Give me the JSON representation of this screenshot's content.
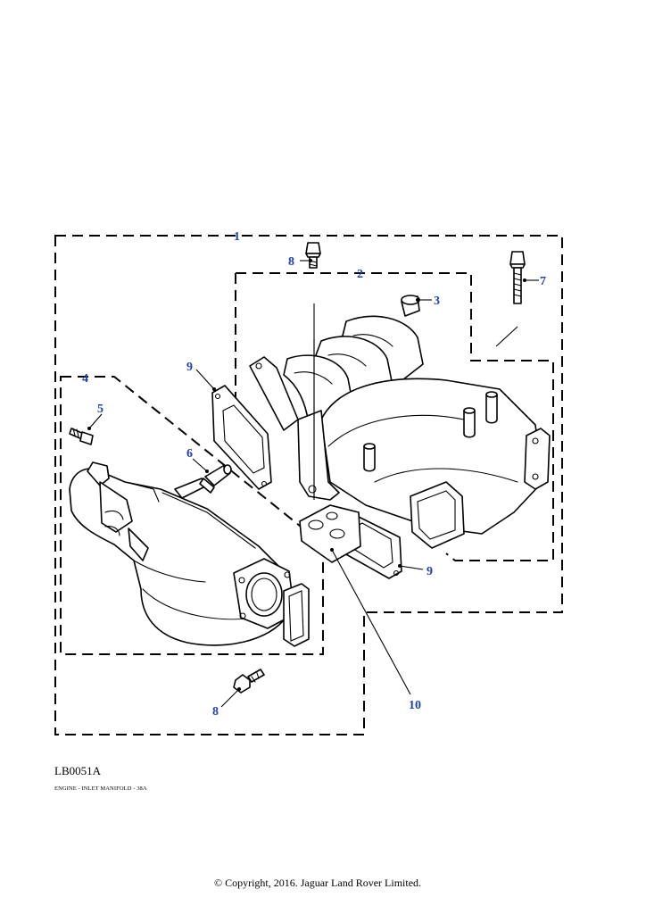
{
  "diagram": {
    "callouts": {
      "c1": "1",
      "c2": "2",
      "c3": "3",
      "c4": "4",
      "c5": "5",
      "c6": "6",
      "c7": "7",
      "c8_top": "8",
      "c8_bottom": "8",
      "c9_left": "9",
      "c9_right": "9",
      "c10": "10"
    },
    "callout_color": "#1f3fb5"
  },
  "footer": {
    "drawing_code": "LB0051A",
    "caption": "ENGINE - INLET MANIFOLD - 38A",
    "copyright": "© Copyright, 2016. Jaguar Land Rover Limited."
  }
}
